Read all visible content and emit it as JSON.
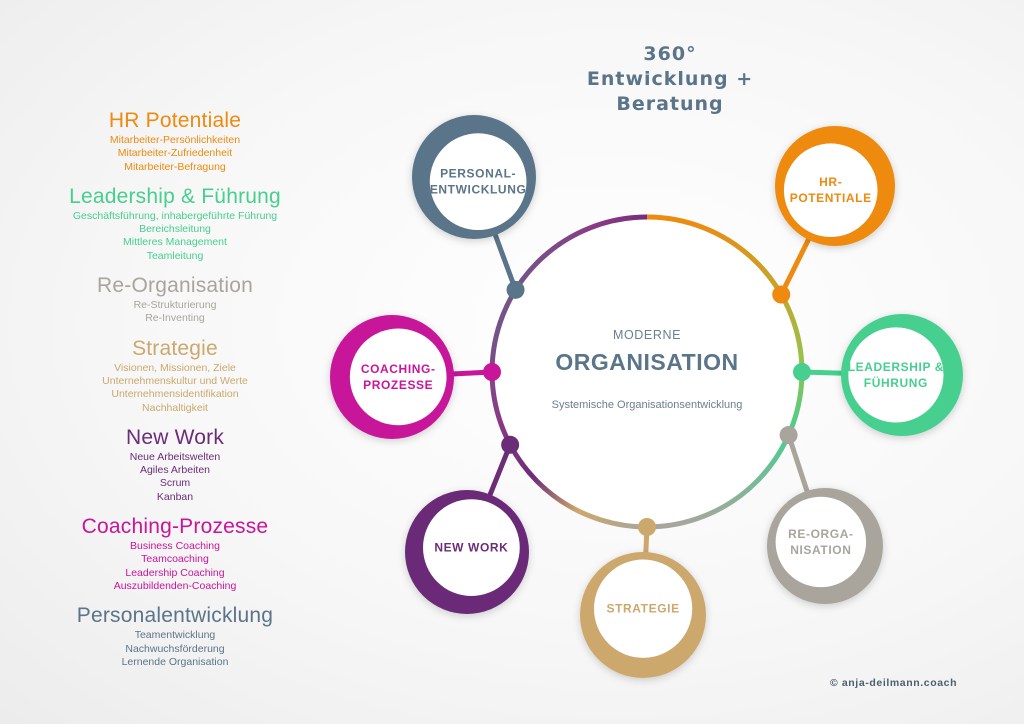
{
  "headline": {
    "line1": "360°",
    "line2": "Entwicklung +",
    "line3": "Beratung"
  },
  "center": {
    "top": "MODERNE",
    "title": "ORGANISATION",
    "subtitle": "Systemische Organisationsentwicklung"
  },
  "legend": [
    {
      "title": "HR Potentiale",
      "color": "#ee8a0f",
      "items": [
        "Mitarbeiter-Persönlichkeiten",
        "Mitarbeiter-Zufriedenheit",
        "Mitarbeiter-Befragung"
      ]
    },
    {
      "title": "Leadership & Führung",
      "color": "#46cf8f",
      "items": [
        "Geschäftsführung, inhabergeführte Führung",
        "Bereichsleitung",
        "Mittleres Management",
        "Teamleitung"
      ]
    },
    {
      "title": "Re-Organisation",
      "color": "#a9a59c",
      "items": [
        "Re-Strukturierung",
        "Re-Inventing"
      ]
    },
    {
      "title": "Strategie",
      "color": "#cca86c",
      "items": [
        "Visionen, Missionen, Ziele",
        "Unternehmenskultur und Werte",
        "Unternehmensidentifikation",
        "Nachhaltigkeit"
      ]
    },
    {
      "title": "New Work",
      "color": "#6b2c78",
      "items": [
        "Neue Arbeitswelten",
        "Agiles Arbeiten",
        "Scrum",
        "Kanban"
      ]
    },
    {
      "title": "Coaching-Prozesse",
      "color": "#c8159a",
      "items": [
        "Business Coaching",
        "Teamcoaching",
        "Leadership Coaching",
        "Auszubildenden-Coaching"
      ]
    },
    {
      "title": "Personalentwicklung",
      "color": "#5a7489",
      "items": [
        "Teamentwicklung",
        "Nachwuchsförderung",
        "Lernende Organisation"
      ]
    }
  ],
  "nodes": [
    {
      "id": "personal",
      "lines": [
        "PERSONAL-",
        "ENTWICKLUNG"
      ],
      "color": "#5a7489"
    },
    {
      "id": "hr",
      "lines": [
        "HR-",
        "POTENTIALE"
      ],
      "color": "#ee8a0f"
    },
    {
      "id": "coaching",
      "lines": [
        "COACHING-",
        "PROZESSE"
      ],
      "color": "#c8159a"
    },
    {
      "id": "leadership",
      "lines": [
        "LEADERSHIP &",
        "FÜHRUNG"
      ],
      "color": "#46cf8f"
    },
    {
      "id": "newwork",
      "lines": [
        "NEW WORK"
      ],
      "color": "#6b2c78"
    },
    {
      "id": "reorg",
      "lines": [
        "RE-ORGA-",
        "NISATION"
      ],
      "color": "#a9a59c"
    },
    {
      "id": "strategie",
      "lines": [
        "STRATEGIE"
      ],
      "color": "#cca86c"
    }
  ],
  "copyright": "© anja-deilmann.coach"
}
